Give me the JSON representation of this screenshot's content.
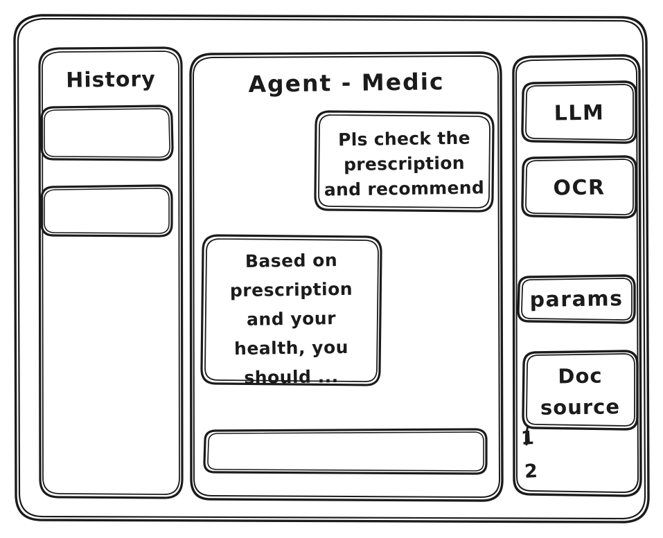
{
  "window": {
    "style": "hand-drawn wireframe",
    "stroke_color": "#1b1b1b",
    "background_color": "#ffffff"
  },
  "sidebar_left": {
    "title": "History",
    "items": [
      {
        "label": "",
        "name": "history-item-1"
      },
      {
        "label": "",
        "name": "history-item-2"
      }
    ]
  },
  "main": {
    "title": "Agent - Medic",
    "messages": [
      {
        "role": "user",
        "lines": [
          "Pls check the",
          "prescription",
          "and recommend"
        ],
        "align": "right"
      },
      {
        "role": "agent",
        "lines": [
          "Based on",
          "prescription",
          "and your",
          "health, you",
          "should ..."
        ],
        "align": "left"
      }
    ],
    "composer": {
      "value": "",
      "placeholder": ""
    }
  },
  "sidebar_right": {
    "tools": [
      {
        "label": "LLM",
        "name": "tool-llm"
      },
      {
        "label": "OCR",
        "name": "tool-ocr"
      },
      {
        "label": "params",
        "name": "tool-params"
      }
    ],
    "doc_source": {
      "lines": [
        "Doc",
        "source"
      ],
      "entries": [
        "1",
        "2"
      ]
    }
  }
}
